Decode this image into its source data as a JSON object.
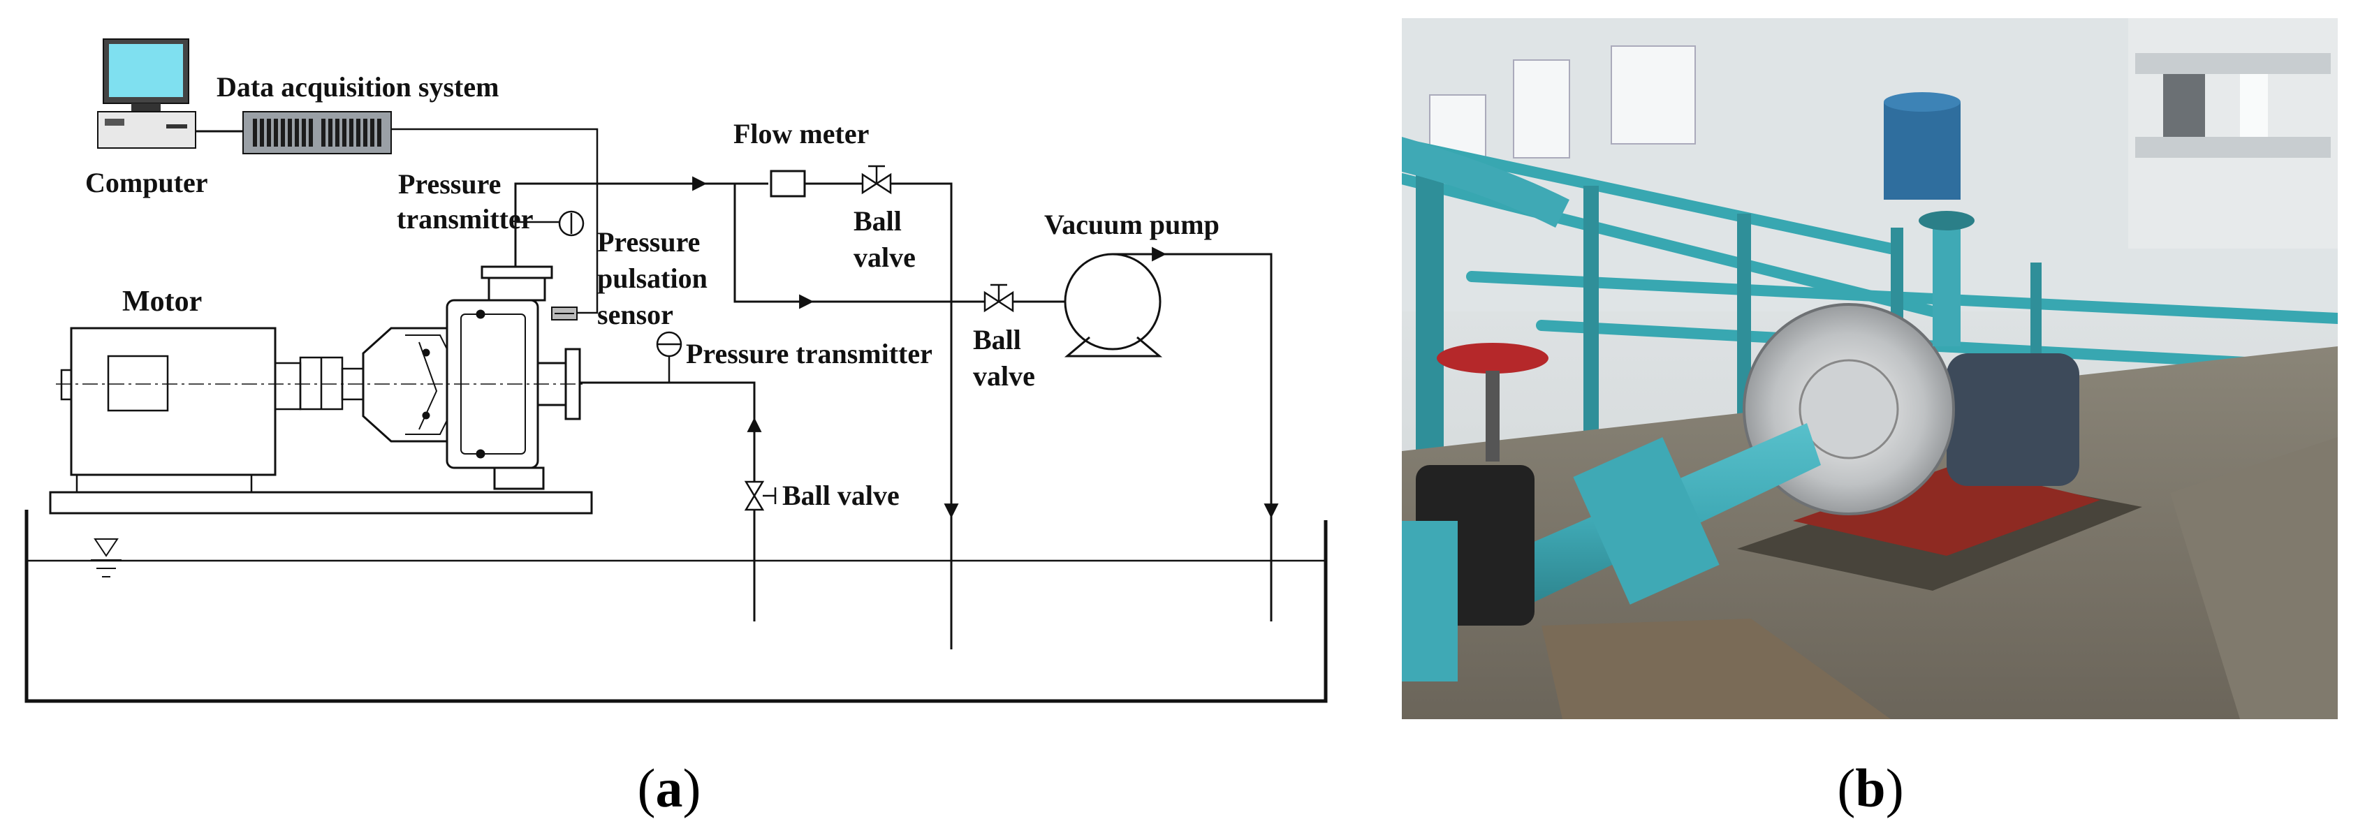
{
  "panel_a": {
    "labels": {
      "data_acquisition": "Data acquisition system",
      "computer": "Computer",
      "flow_meter": "Flow meter",
      "pressure_transmitter_1_line1": "Pressure",
      "pressure_transmitter_1_line2": "transmitter",
      "pressure_pulsation_line1": "Pressure",
      "pressure_pulsation_line2": "pulsation",
      "pressure_pulsation_line3": "sensor",
      "ball_valve_1_line1": "Ball",
      "ball_valve_1_line2": "valve",
      "vacuum_pump": "Vacuum pump",
      "motor": "Motor",
      "pressure_transmitter_2": "Pressure transmitter",
      "ball_valve_2_line1": "Ball",
      "ball_valve_2_line2": "valve",
      "ball_valve_3": "Ball valve"
    },
    "caption_open": "(",
    "caption_letter": "a",
    "caption_close": ")"
  },
  "panel_b": {
    "caption_open": "(",
    "caption_letter": "b",
    "caption_close": ")"
  },
  "colors": {
    "line": "#111111",
    "monitor_screen": "#7fe0f0",
    "pipe_teal": "#3fa9b5",
    "valve_red": "#b5282a",
    "base_red": "#8e2a22"
  },
  "icons": {
    "computer": "computer-icon",
    "daq": "daq-rack-icon",
    "motor": "motor-icon",
    "pump": "centrifugal-pump-icon",
    "vacuum_pump": "vacuum-pump-icon",
    "gauge": "pressure-gauge-icon",
    "valve": "ball-valve-icon"
  }
}
